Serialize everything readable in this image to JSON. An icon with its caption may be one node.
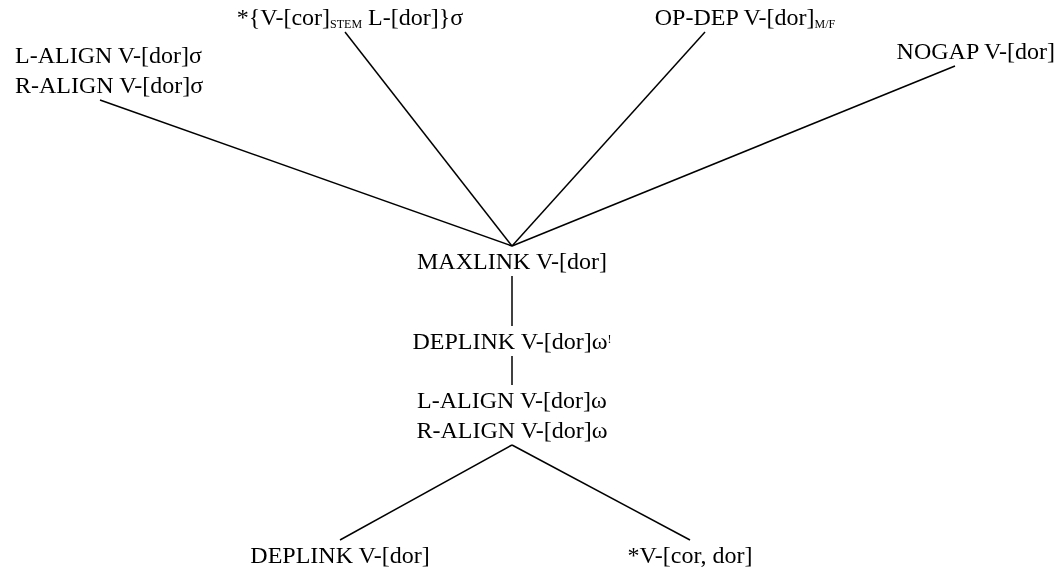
{
  "diagram": {
    "nodes": [
      {
        "text": [
          "L-ALIGN V-[dor]σ",
          "R-ALIGN V-[dor]σ"
        ]
      },
      {
        "text": [
          "*{V-[cor]$_{STEM}$ L-[dor]}σ"
        ]
      },
      {
        "text": [
          "OP-DEP V-[dor]$_{M/F}$"
        ]
      },
      {
        "text": [
          "NOGAP V-[dor]"
        ]
      },
      {
        "text": [
          "MAXLINK V-[dor]"
        ]
      },
      {
        "text": [
          "DEPLINK V-[dor]ω$^{!}$"
        ]
      },
      {
        "text": [
          "L-ALIGN V-[dor]ω",
          "R-ALIGN V-[dor]ω"
        ]
      },
      {
        "text": [
          "DEPLINK V-[dor]"
        ]
      },
      {
        "text": [
          "*V-[cor, dor]"
        ]
      }
    ],
    "edges": [
      {
        "from": 0,
        "to": 4,
        "arrow": "none"
      },
      {
        "from": 1,
        "to": 4,
        "arrow": "none"
      },
      {
        "from": 2,
        "to": 4,
        "arrow": "none"
      },
      {
        "from": 3,
        "to": 4,
        "arrow": "none"
      },
      {
        "from": 4,
        "to": 5,
        "arrow": "none"
      },
      {
        "from": 5,
        "to": 6,
        "arrow": "none"
      },
      {
        "from": 6,
        "to": 7,
        "arrow": "none"
      },
      {
        "from": 6,
        "to": 8,
        "arrow": "none"
      }
    ]
  }
}
